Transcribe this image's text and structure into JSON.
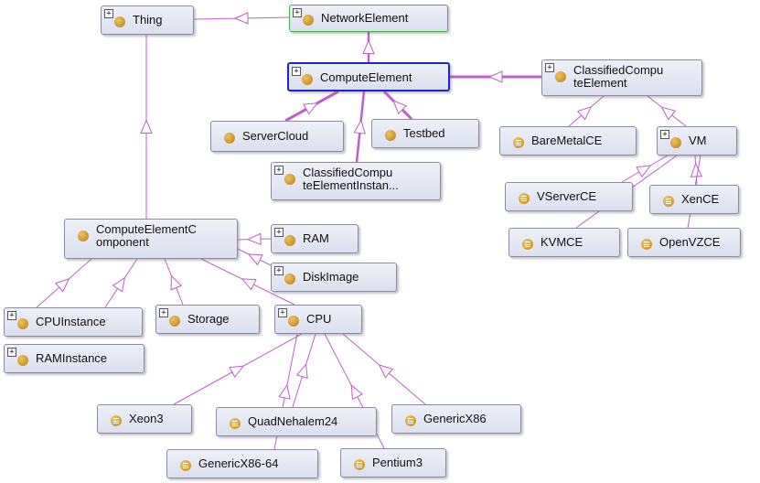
{
  "diagram": {
    "nodes": [
      {
        "id": "thing",
        "label": "Thing",
        "expandable": true,
        "kind": "class"
      },
      {
        "id": "networkelement",
        "label": "NetworkElement",
        "expandable": true,
        "kind": "class"
      },
      {
        "id": "computeelement",
        "label": "ComputeElement",
        "expandable": true,
        "kind": "class"
      },
      {
        "id": "classifiedcomputeelement",
        "label": "ClassifiedCompu\nteElement",
        "expandable": true,
        "kind": "class"
      },
      {
        "id": "servercloud",
        "label": "ServerCloud",
        "expandable": false,
        "kind": "class"
      },
      {
        "id": "testbed",
        "label": "Testbed",
        "expandable": false,
        "kind": "class"
      },
      {
        "id": "classifiedcomputeelementinstance",
        "label": "ClassifiedCompu\nteElementInstan...",
        "expandable": true,
        "kind": "class"
      },
      {
        "id": "baremetalce",
        "label": "BareMetalCE",
        "expandable": false,
        "kind": "individual"
      },
      {
        "id": "vm",
        "label": "VM",
        "expandable": true,
        "kind": "class"
      },
      {
        "id": "vserverce",
        "label": "VServerCE",
        "expandable": false,
        "kind": "individual"
      },
      {
        "id": "xence",
        "label": "XenCE",
        "expandable": false,
        "kind": "individual"
      },
      {
        "id": "kvmce",
        "label": "KVMCE",
        "expandable": false,
        "kind": "individual"
      },
      {
        "id": "openvzce",
        "label": "OpenVZCE",
        "expandable": false,
        "kind": "individual"
      },
      {
        "id": "computeelementcomponent",
        "label": "ComputeElementC\nomponent",
        "expandable": false,
        "kind": "class"
      },
      {
        "id": "ram",
        "label": "RAM",
        "expandable": true,
        "kind": "class"
      },
      {
        "id": "diskimage",
        "label": "DiskImage",
        "expandable": true,
        "kind": "class"
      },
      {
        "id": "cpuinstance",
        "label": "CPUInstance",
        "expandable": true,
        "kind": "class"
      },
      {
        "id": "storage",
        "label": "Storage",
        "expandable": true,
        "kind": "class"
      },
      {
        "id": "cpu",
        "label": "CPU",
        "expandable": true,
        "kind": "class"
      },
      {
        "id": "raminstance",
        "label": "RAMInstance",
        "expandable": true,
        "kind": "class"
      },
      {
        "id": "xeon3",
        "label": "Xeon3",
        "expandable": false,
        "kind": "individual"
      },
      {
        "id": "quadnehalem24",
        "label": "QuadNehalem24",
        "expandable": false,
        "kind": "individual"
      },
      {
        "id": "genericx86",
        "label": "GenericX86",
        "expandable": false,
        "kind": "individual"
      },
      {
        "id": "genericx86-64",
        "label": "GenericX86-64",
        "expandable": false,
        "kind": "individual"
      },
      {
        "id": "pentium3",
        "label": "Pentium3",
        "expandable": false,
        "kind": "individual"
      }
    ],
    "edges": [
      {
        "from": "thing",
        "to": "networkelement",
        "type": "subclass"
      },
      {
        "from": "networkelement",
        "to": "computeelement",
        "type": "subclass"
      },
      {
        "from": "computeelement",
        "to": "classifiedcomputeelement",
        "type": "subclass"
      },
      {
        "from": "computeelement",
        "to": "servercloud",
        "type": "subclass"
      },
      {
        "from": "computeelement",
        "to": "testbed",
        "type": "subclass"
      },
      {
        "from": "computeelement",
        "to": "classifiedcomputeelementinstance",
        "type": "subclass"
      },
      {
        "from": "classifiedcomputeelement",
        "to": "baremetalce",
        "type": "subclass"
      },
      {
        "from": "classifiedcomputeelement",
        "to": "vm",
        "type": "subclass"
      },
      {
        "from": "vm",
        "to": "vserverce",
        "type": "subclass"
      },
      {
        "from": "vm",
        "to": "xence",
        "type": "subclass"
      },
      {
        "from": "vm",
        "to": "kvmce",
        "type": "subclass"
      },
      {
        "from": "vm",
        "to": "openvzce",
        "type": "subclass"
      },
      {
        "from": "thing",
        "to": "computeelementcomponent",
        "type": "subclass"
      },
      {
        "from": "computeelementcomponent",
        "to": "ram",
        "type": "subclass"
      },
      {
        "from": "computeelementcomponent",
        "to": "diskimage",
        "type": "subclass"
      },
      {
        "from": "computeelementcomponent",
        "to": "cpuinstance",
        "type": "subclass"
      },
      {
        "from": "computeelementcomponent",
        "to": "storage",
        "type": "subclass"
      },
      {
        "from": "computeelementcomponent",
        "to": "cpu",
        "type": "subclass"
      },
      {
        "from": "computeelementcomponent",
        "to": "raminstance",
        "type": "subclass"
      },
      {
        "from": "cpu",
        "to": "xeon3",
        "type": "subclass"
      },
      {
        "from": "cpu",
        "to": "quadnehalem24",
        "type": "subclass"
      },
      {
        "from": "cpu",
        "to": "genericx86",
        "type": "subclass"
      },
      {
        "from": "cpu",
        "to": "genericx86-64",
        "type": "subclass"
      },
      {
        "from": "cpu",
        "to": "pentium3",
        "type": "subclass"
      }
    ],
    "colors": {
      "edge": "#c05ccc",
      "selected_border": "#1a28c8",
      "root_border": "#3fb33f",
      "node_fill": "#e4e7f2",
      "class_dot": "#d79e35"
    },
    "selected": "computeelement",
    "highlighted": "networkelement"
  }
}
